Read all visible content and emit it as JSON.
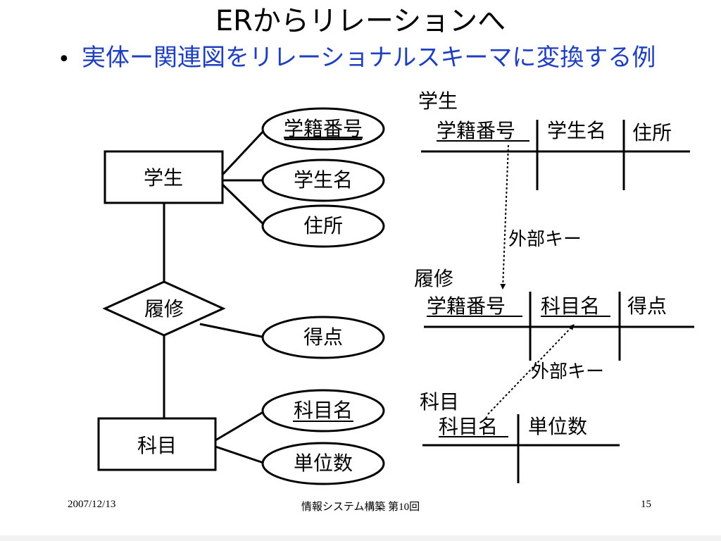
{
  "slide": {
    "title": "ERからリレーションへ",
    "bullet": "実体ー関連図をリレーショナルスキーマに変換する例"
  },
  "er": {
    "student_entity": "学生",
    "subject_entity": "科目",
    "relationship": "履修",
    "attr_student_id": "学籍番号",
    "attr_student_name": "学生名",
    "attr_address": "住所",
    "attr_score": "得点",
    "attr_subject_name": "科目名",
    "attr_credits": "単位数"
  },
  "schema": {
    "student": {
      "name": "学生",
      "col1": "学籍番号",
      "col2": "学生名",
      "col3": "住所"
    },
    "enrollment": {
      "name": "履修",
      "col1": "学籍番号",
      "col2": "科目名",
      "col3": "得点"
    },
    "subject": {
      "name": "科目",
      "col1": "科目名",
      "col2": "単位数"
    },
    "fk_label_1": "外部キー",
    "fk_label_2": "外部キー"
  },
  "footer": {
    "date": "2007/12/13",
    "course": "情報システム構築 第10回",
    "page": "15"
  }
}
